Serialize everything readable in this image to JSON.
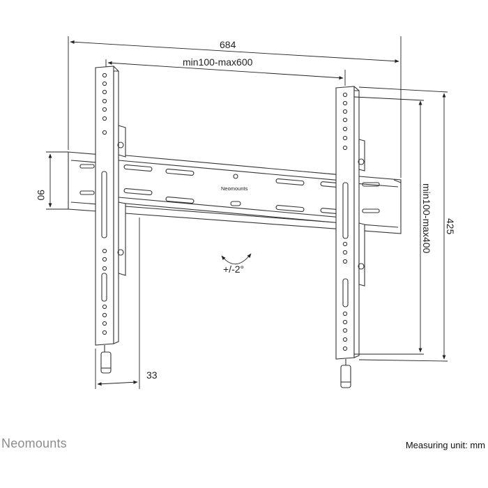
{
  "dimensions": {
    "overall_width": "684",
    "hole_pattern_horizontal": "min100-max600",
    "hole_pattern_vertical": "min100-max400",
    "overall_height": "425",
    "rail_height": "90",
    "wall_distance": "33",
    "tilt": "+/-2°"
  },
  "plate_logo": "Neomounts",
  "footer": {
    "brand": "Neomounts",
    "unit_note": "Measuring unit: mm"
  }
}
